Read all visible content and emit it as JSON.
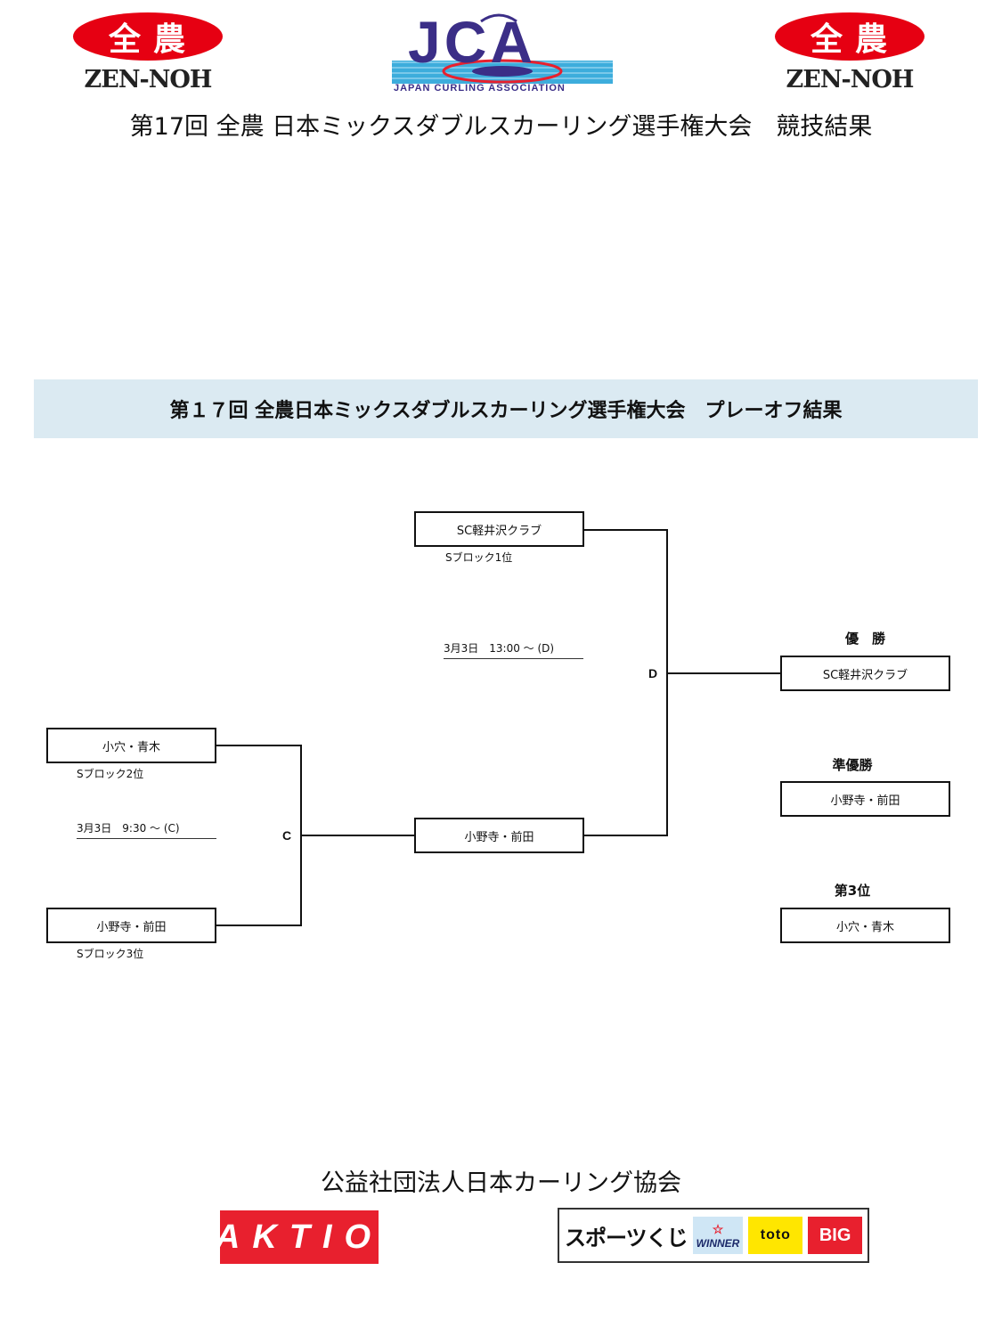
{
  "header": {
    "zen_noh_logo_kanji": "全農",
    "zen_noh_logo_text": "ZEN-NOH",
    "jca_logo_letters": "JCA",
    "jca_logo_subtitle": "JAPAN CURLING ASSOCIATION",
    "title": "第17回 全農 日本ミックスダブルスカーリング選手権大会　競技結果"
  },
  "banner": {
    "title": "第１７回 全農日本ミックスダブルスカーリング選手権大会　プレーオフ結果"
  },
  "bracket": {
    "game_c": {
      "letter": "C",
      "schedule": "3月3日　9:30 ～ (C)",
      "team1": {
        "name": "小穴・青木",
        "seed": "Sブロック2位"
      },
      "team2": {
        "name": "小野寺・前田",
        "seed": "Sブロック3位"
      },
      "winner": "小野寺・前田"
    },
    "game_d": {
      "letter": "D",
      "schedule": "3月3日　13:00 ～ (D)",
      "team1": {
        "name": "SC軽井沢クラブ",
        "seed": "Sブロック1位"
      }
    }
  },
  "results": {
    "champion_label": "優　勝",
    "champion": "SC軽井沢クラブ",
    "runner_up_label": "準優勝",
    "runner_up": "小野寺・前田",
    "third_label": "第3位",
    "third": "小穴・青木"
  },
  "footer": {
    "association": "公益社団法人日本カーリング協会",
    "aktio_logo": "AKTIO",
    "sports_lottery_text": "スポーツくじ",
    "winner_logo": "WINNER",
    "toto_logo": "toto",
    "big_logo": "BIG"
  },
  "colors": {
    "zen_noh_red": "#e60012",
    "jca_purple": "#3b2e87",
    "banner_bg": "#dbeaf2",
    "aktio_red": "#e8202e",
    "toto_yellow": "#ffe600"
  }
}
